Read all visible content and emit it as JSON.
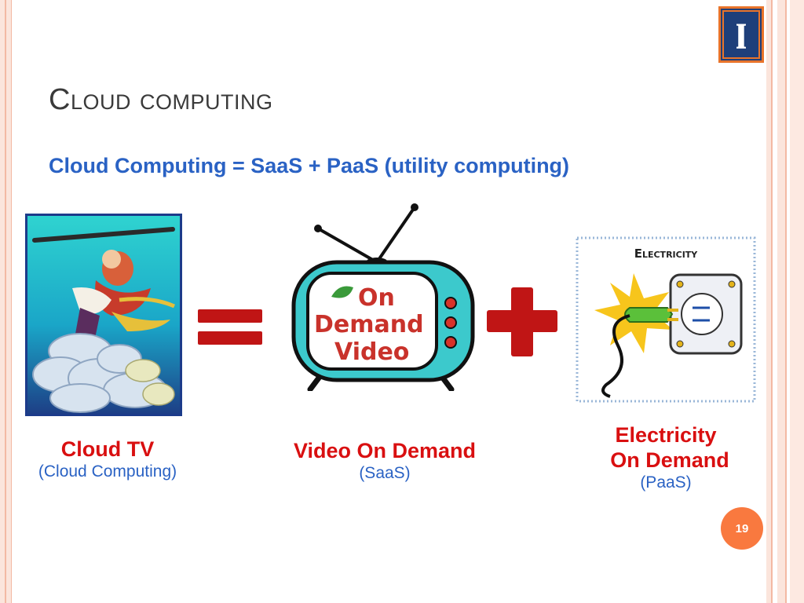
{
  "slide": {
    "title": "Cloud computing",
    "subtitle": "Cloud Computing = SaaS + PaaS (utility computing)",
    "page_number": "19"
  },
  "logo": {
    "letter": "I"
  },
  "tv_image": {
    "line1": "On",
    "line2": "Demand",
    "line3": "Video"
  },
  "electricity_image": {
    "label": "Electricity"
  },
  "captions": {
    "cloud_tv": {
      "title": "Cloud TV",
      "sub": "(Cloud Computing)"
    },
    "video_on_demand": {
      "title": "Video On Demand",
      "sub": "(SaaS)"
    },
    "electricity_on_demand": {
      "title_line1": "Electricity",
      "title_line2": "On Demand",
      "sub": "(PaaS)"
    }
  },
  "colors": {
    "accent_red": "#d90f10",
    "accent_blue": "#2a62c4",
    "page_badge": "#f9793f",
    "logo_blue": "#1e3f7a",
    "logo_orange": "#e8742b"
  }
}
